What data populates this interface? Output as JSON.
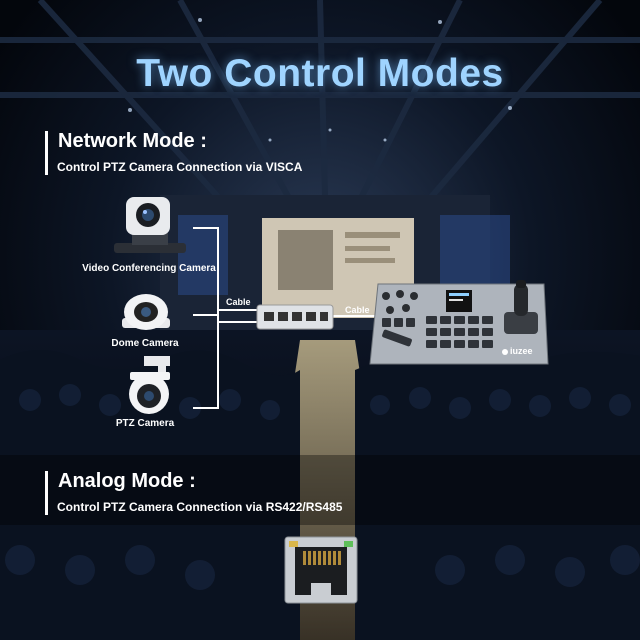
{
  "title": "Two Control Modes",
  "network_mode": {
    "heading": "Network Mode :",
    "description": "Control PTZ Camera Connection via VISCA"
  },
  "analog_mode": {
    "heading": "Analog Mode :",
    "description": "Control PTZ Camera Connection via RS422/RS485"
  },
  "devices": {
    "video_conferencing": "Video Conferencing Camera",
    "dome": "Dome Camera",
    "ptz": "PTZ Camera"
  },
  "cable_labels": [
    "Cable",
    "Cable"
  ],
  "controller_brand": "iuzee",
  "colors": {
    "title": "#9fd4ff",
    "text": "#ffffff",
    "background": "#05080f"
  }
}
